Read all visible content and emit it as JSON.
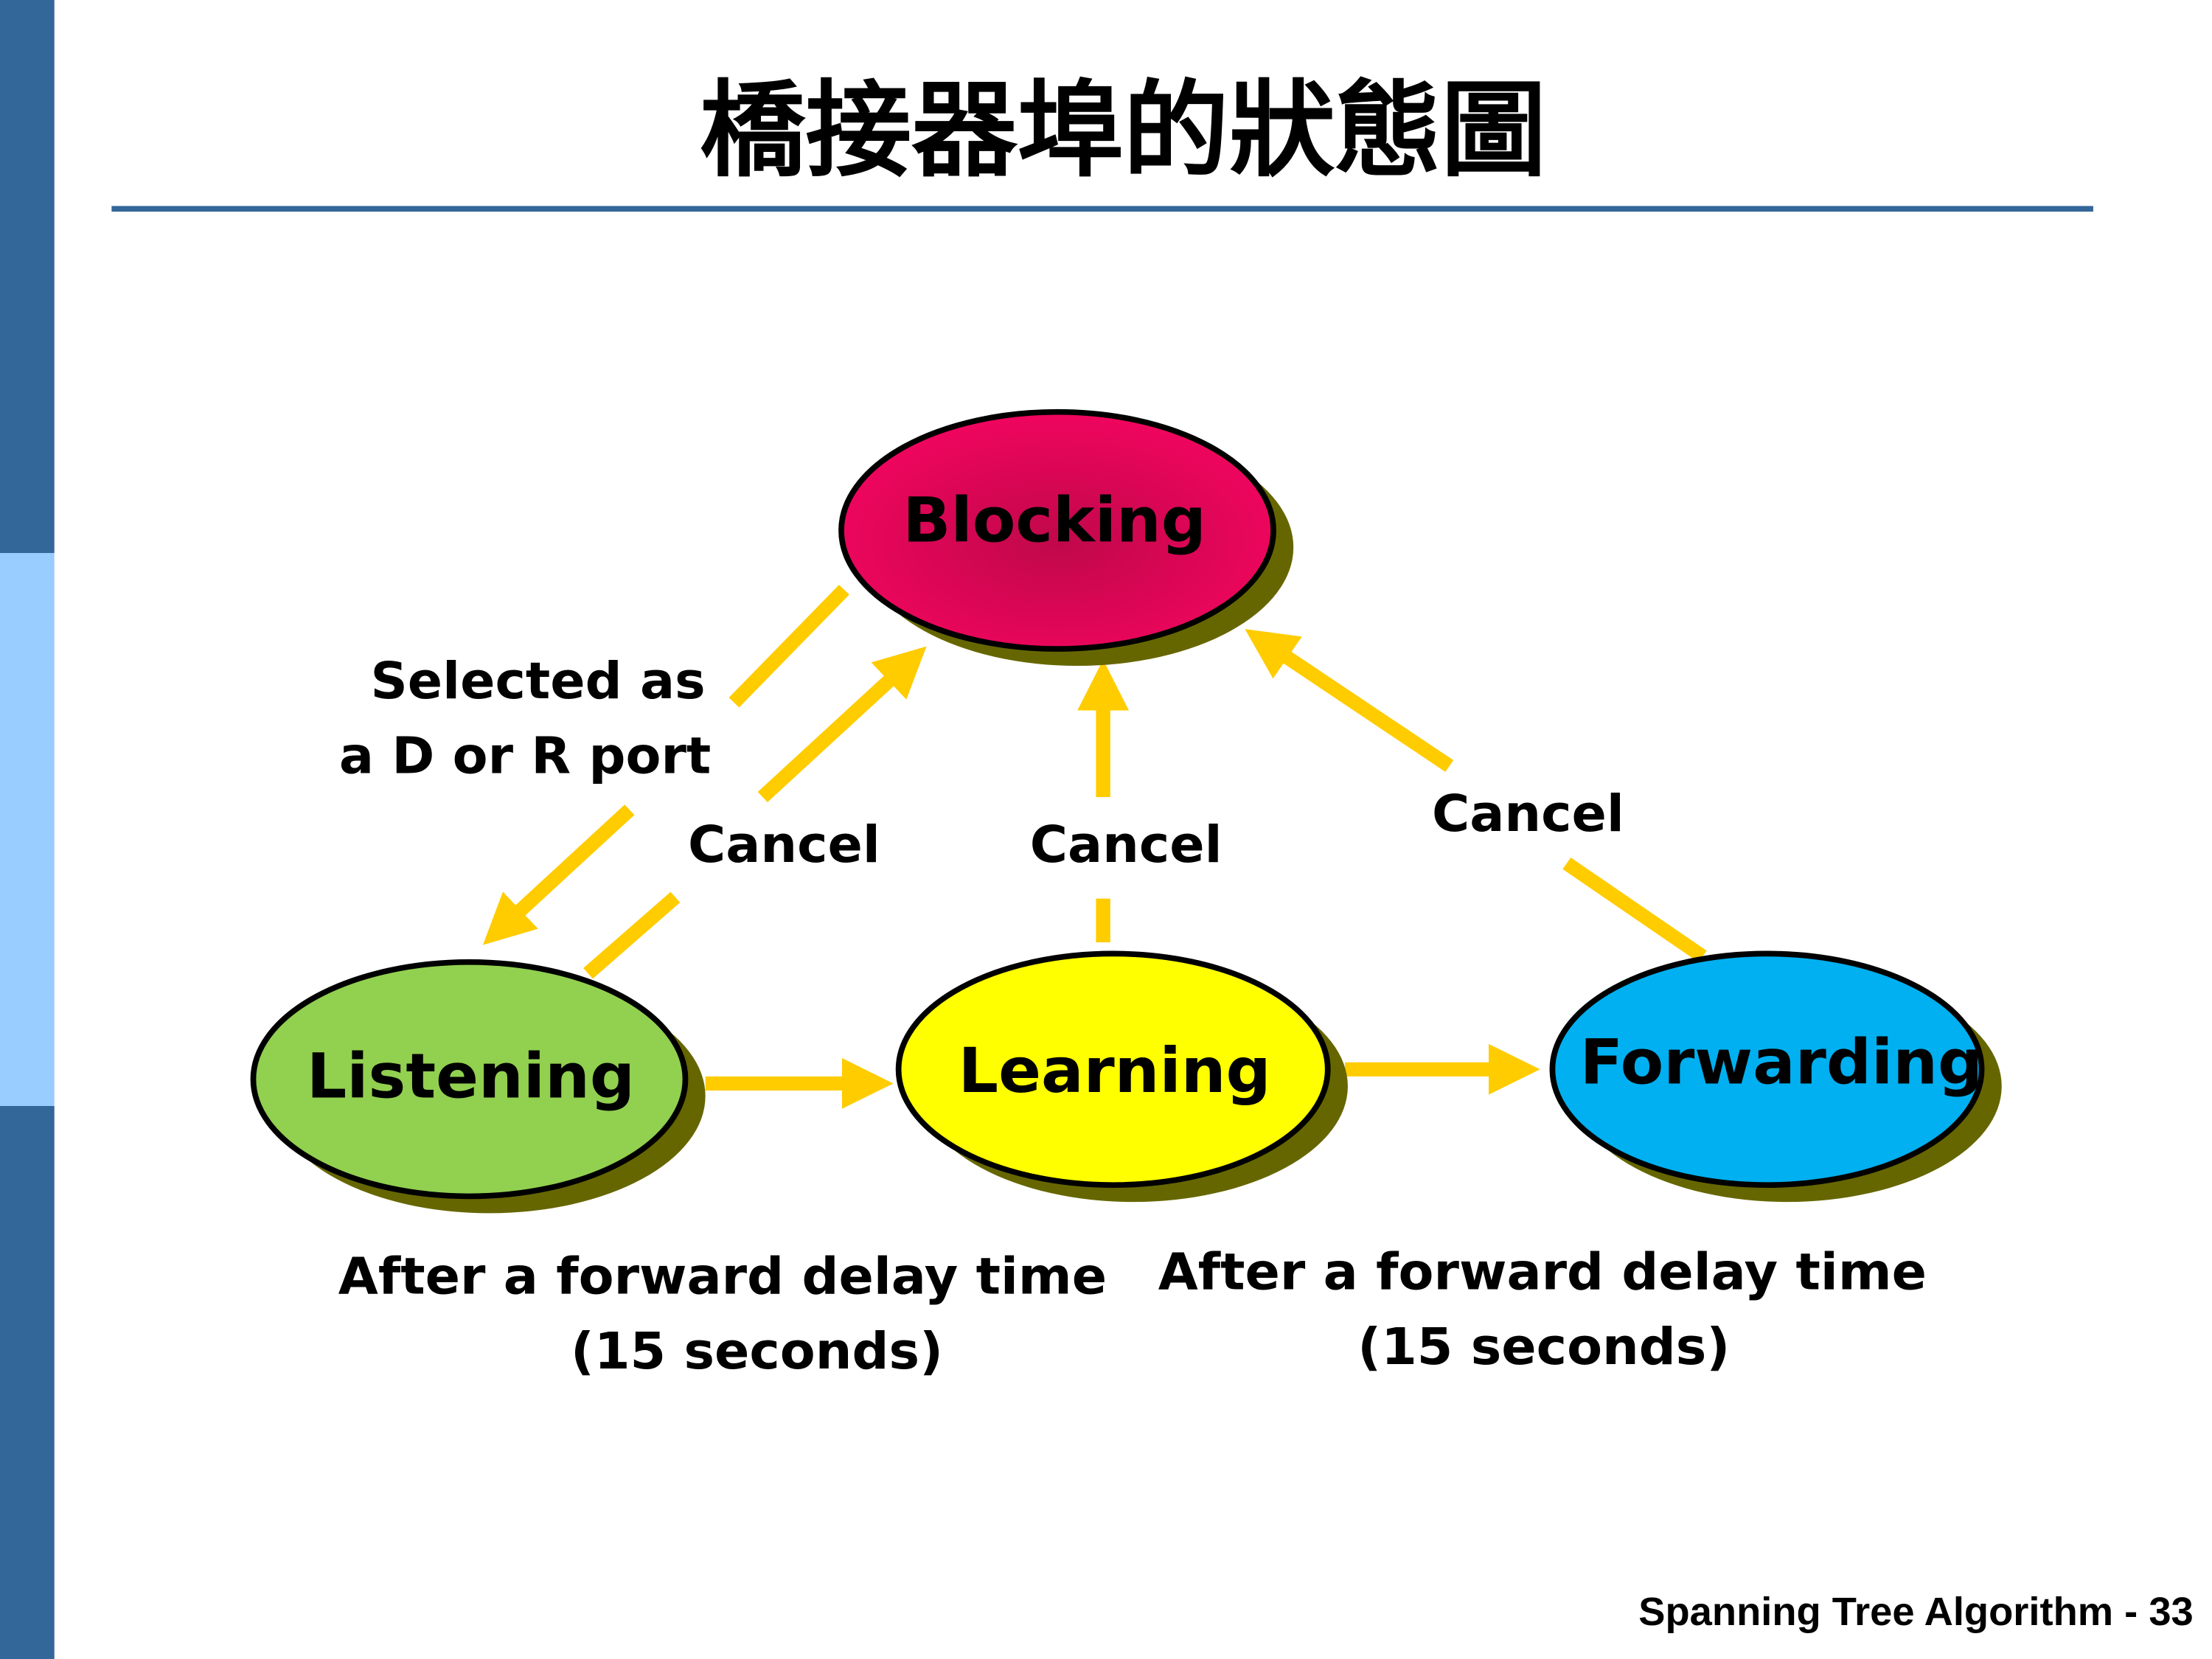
{
  "title": "橋接器埠的狀態圖",
  "states": {
    "blocking": {
      "label": "Blocking",
      "color": "#f0055e"
    },
    "listening": {
      "label": "Listening",
      "color": "#92d050"
    },
    "learning": {
      "label": "Learning",
      "color": "#ffff00"
    },
    "forwarding": {
      "label": "Forwarding",
      "color": "#00b0f0"
    }
  },
  "transitions": {
    "selected_line1": "Selected as",
    "selected_line2": "a D or R port",
    "cancel_listening": "Cancel",
    "cancel_learning": "Cancel",
    "cancel_forwarding": "Cancel",
    "delay1_line1": "After a forward delay time",
    "delay1_line2": "(15 seconds)",
    "delay2_line1": "After a forward delay time",
    "delay2_line2": "(15 seconds)"
  },
  "footer": "Spanning Tree Algorithm - 33",
  "colors": {
    "accent": "#336699",
    "accent_light": "#99ccff",
    "arrow": "#ffcc00",
    "shadow": "#666600"
  }
}
